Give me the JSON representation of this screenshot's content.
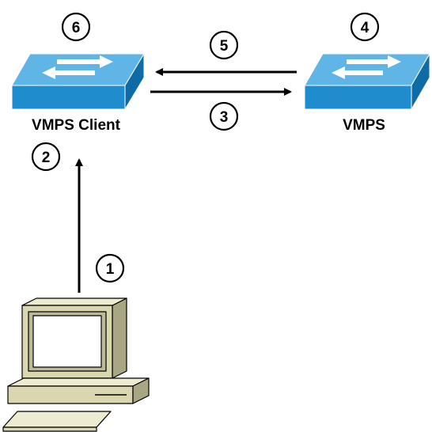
{
  "nodes": {
    "client_switch": {
      "label": "VMPS Client",
      "icon": "switch-icon"
    },
    "server_switch": {
      "label": "VMPS",
      "icon": "switch-icon"
    },
    "workstation": {
      "icon": "workstation-computer-icon"
    }
  },
  "steps": [
    {
      "number": "1"
    },
    {
      "number": "2"
    },
    {
      "number": "3"
    },
    {
      "number": "4"
    },
    {
      "number": "5"
    },
    {
      "number": "6"
    }
  ],
  "colors": {
    "switch_top": "#5fb6e6",
    "switch_front": "#1f8ccd",
    "switch_side": "#0f6ba5",
    "monitor_body": "#d9d6b0",
    "monitor_screen": "#ffffff",
    "line": "#000000"
  }
}
